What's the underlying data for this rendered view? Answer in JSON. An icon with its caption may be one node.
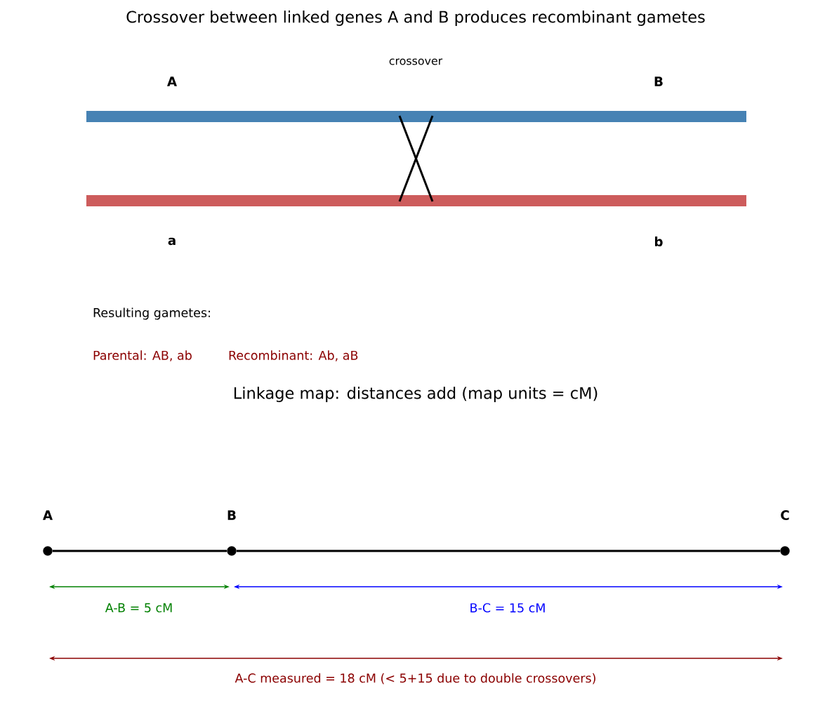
{
  "diagram": {
    "title": "Crossover between linked genes A and B produces recombinant gametes",
    "nodes": [
      {
        "text": [
          "A"
        ]
      },
      {
        "text": [
          "B"
        ]
      },
      {
        "text": [
          "C"
        ]
      }
    ],
    "edges": [
      {
        "from": 0,
        "to": 1,
        "arrow": "none"
      },
      {
        "from": 1,
        "to": 2,
        "arrow": "none"
      }
    ],
    "labels": [
      "crossover",
      "A",
      "B",
      "a",
      "b",
      "Resulting gametes:",
      "Parental: AB, ab",
      "Recombinant: Ab, aB",
      "Linkage map: distances add (map units = cM)",
      "A-B = 5 cM",
      "B-C = 15 cM",
      "A-C measured = 18 cM (< 5+15 due to double crossovers)"
    ]
  }
}
